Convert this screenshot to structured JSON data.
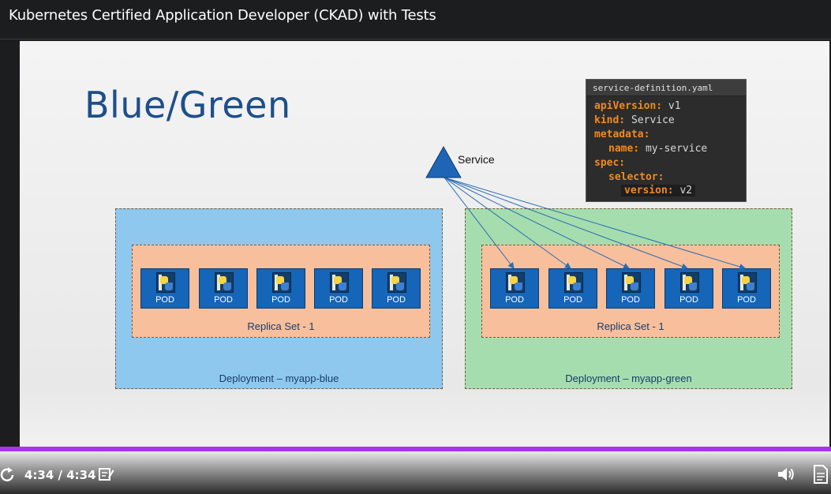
{
  "header": {
    "course_title": "Kubernetes Certified Application Developer (CKAD) with Tests"
  },
  "slide": {
    "title": "Blue/Green",
    "service_label": "Service",
    "yaml": {
      "filename": "service-definition.yaml",
      "lines": [
        {
          "key": "apiVersion:",
          "value": " v1"
        },
        {
          "key": "kind:",
          "value": " Service"
        },
        {
          "key": "metadata:",
          "value": ""
        },
        {
          "key": "name:",
          "value": " my-service"
        },
        {
          "key": "spec:",
          "value": ""
        },
        {
          "key": "selector:",
          "value": ""
        },
        {
          "key": "version:",
          "value": " v2"
        }
      ]
    },
    "deployments": [
      {
        "label": "Deployment – myapp-blue",
        "replica_label": "Replica Set - 1",
        "pods": [
          "POD",
          "POD",
          "POD",
          "POD",
          "POD"
        ]
      },
      {
        "label": "Deployment – myapp-green",
        "replica_label": "Replica Set - 1",
        "pods": [
          "POD",
          "POD",
          "POD",
          "POD",
          "POD"
        ]
      }
    ]
  },
  "player": {
    "time": "4:34 / 4:34",
    "progress": 1.0,
    "icons": [
      "replay-icon",
      "notes-icon",
      "volume-icon",
      "transcript-icon"
    ],
    "accent_color": "#a435f0"
  }
}
